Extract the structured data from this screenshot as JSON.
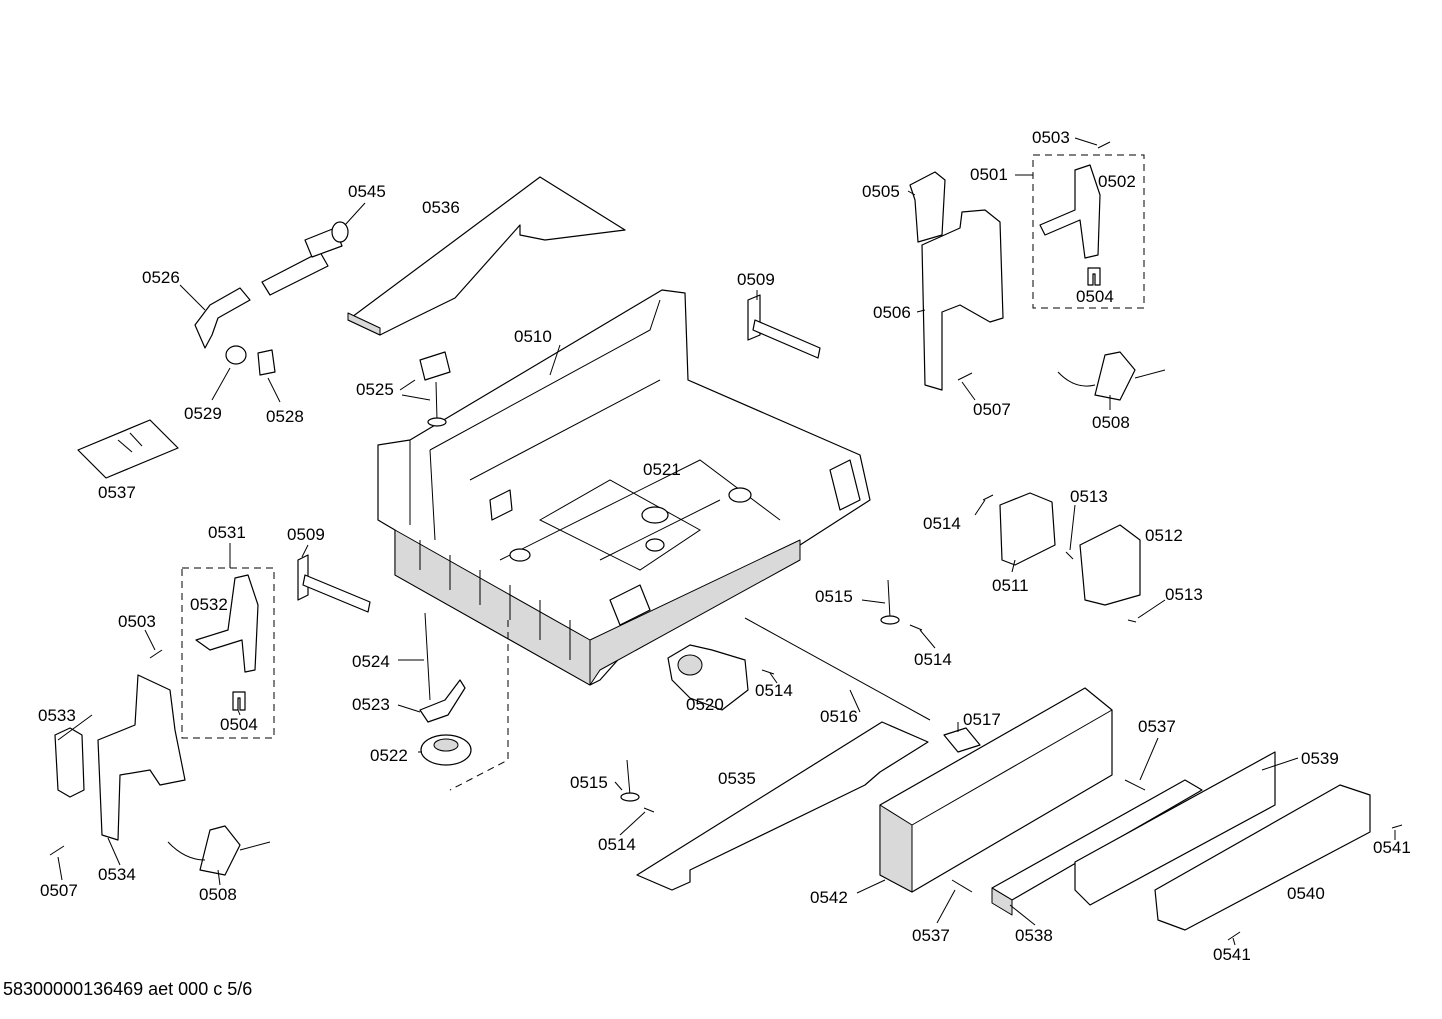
{
  "drawing_id": "58300000136469 aet 000 c 5/6",
  "labels": {
    "l0503a": "0503",
    "l0501": "0501",
    "l0502": "0502",
    "l0505": "0505",
    "l0504a": "0504",
    "l0506": "0506",
    "l0507a": "0507",
    "l0508a": "0508",
    "l0545": "0545",
    "l0536": "0536",
    "l0526": "0526",
    "l0509a": "0509",
    "l0510": "0510",
    "l0525": "0525",
    "l0529": "0529",
    "l0528": "0528",
    "l0537a": "0537",
    "l0521": "0521",
    "l0513a": "0513",
    "l0514a": "0514",
    "l0512": "0512",
    "l0511": "0511",
    "l0513b": "0513",
    "l0531": "0531",
    "l0509b": "0509",
    "l0532": "0532",
    "l0503b": "0503",
    "l0515a": "0515",
    "l0514b": "0514",
    "l0524": "0524",
    "l0514c": "0514",
    "l0520": "0520",
    "l0533": "0533",
    "l0504b": "0504",
    "l0523": "0523",
    "l0516": "0516",
    "l0517": "0517",
    "l0522": "0522",
    "l0537b": "0537",
    "l0539": "0539",
    "l0535": "0535",
    "l0515b": "0515",
    "l0514d": "0514",
    "l0507b": "0507",
    "l0534": "0534",
    "l0508b": "0508",
    "l0541a": "0541",
    "l0542": "0542",
    "l0540": "0540",
    "l0537c": "0537",
    "l0538": "0538",
    "l0541b": "0541"
  }
}
